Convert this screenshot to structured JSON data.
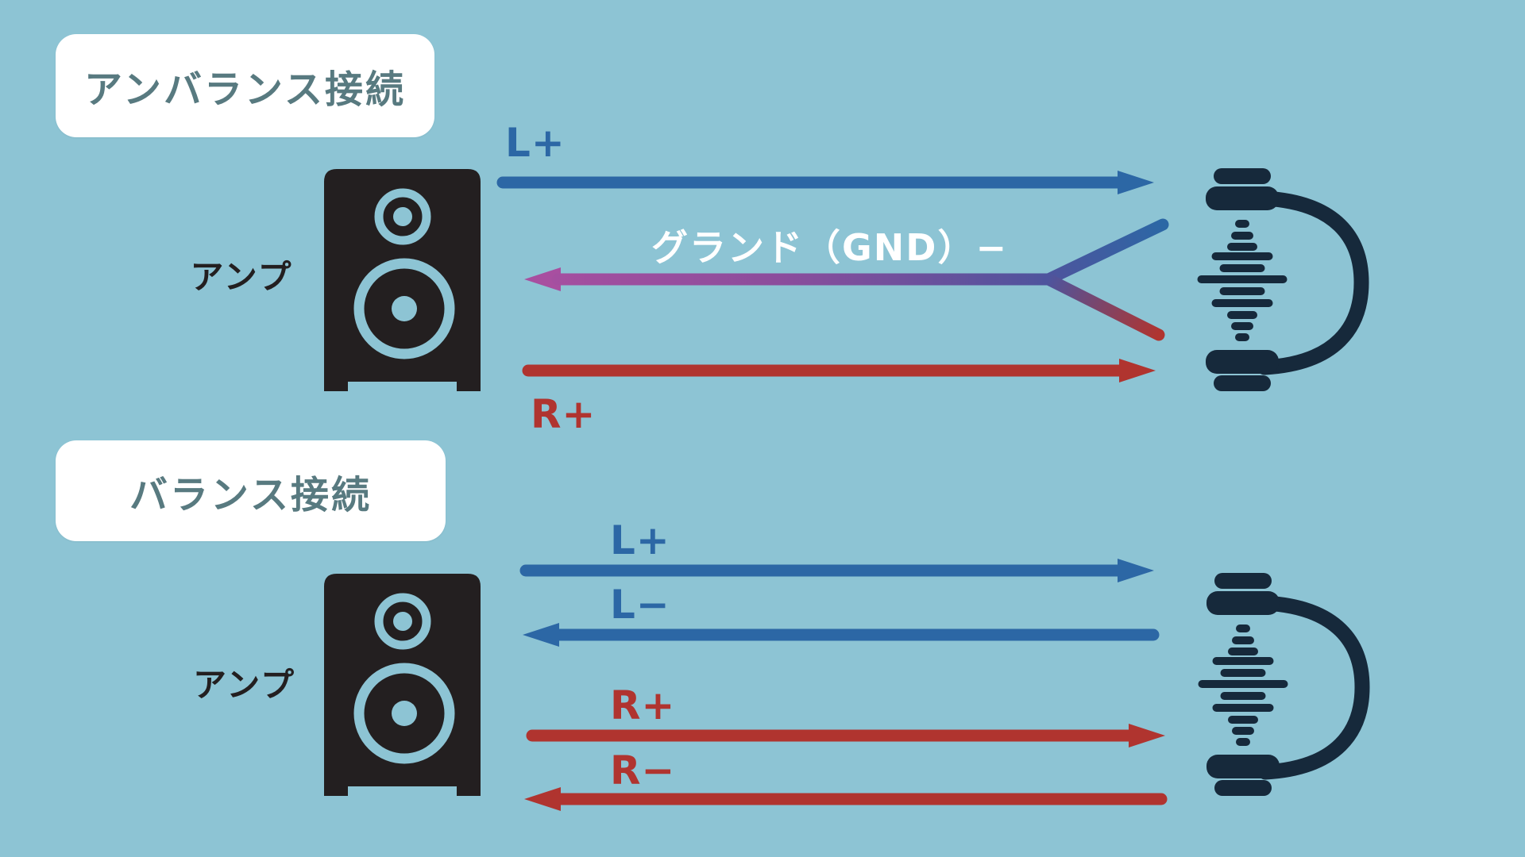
{
  "colors": {
    "background": "#8DC4D4",
    "panel_bg": "#FFFFFF",
    "title_text": "#587A80",
    "dark": "#231F20",
    "headphone": "#16293B",
    "blue": "#2C67A5",
    "red": "#B0342F",
    "magenta": "#A84FA0",
    "purple": "#8B4D9C",
    "indigo": "#4E549D",
    "white": "#FFFFFF"
  },
  "sections": {
    "unbalanced": {
      "title": "アンバランス接続",
      "amp_label": "アンプ",
      "labels": {
        "l_plus": "L+",
        "gnd": "グランド（GND）−",
        "r_plus": "R+"
      }
    },
    "balanced": {
      "title": "バランス接続",
      "amp_label": "アンプ",
      "labels": {
        "l_plus": "L+",
        "l_minus": "L−",
        "r_plus": "R+",
        "r_minus": "R−"
      }
    }
  }
}
